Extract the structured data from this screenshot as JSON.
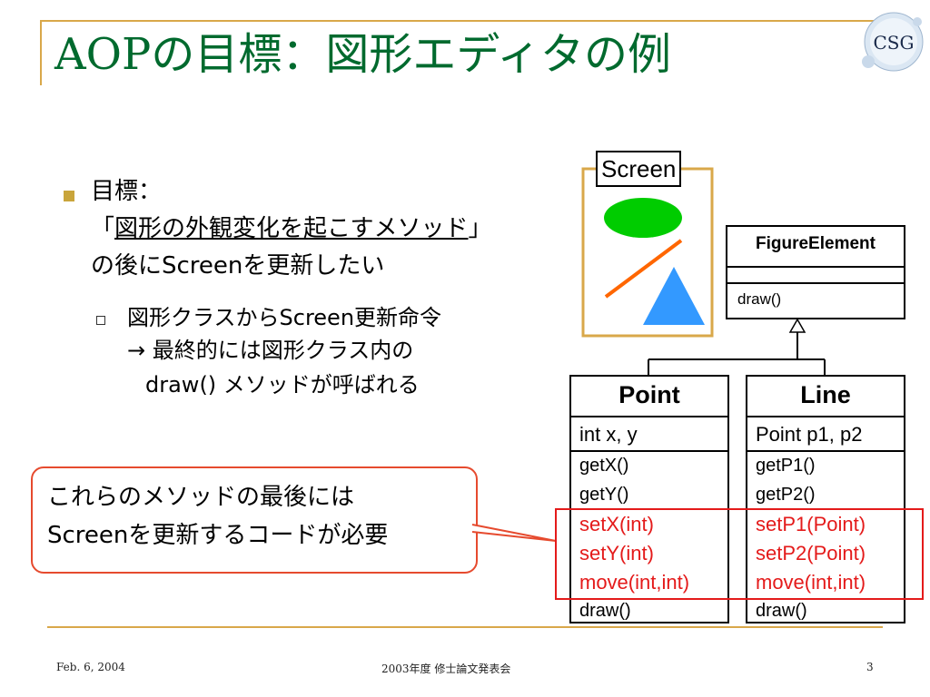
{
  "slide": {
    "title": "AOPの目標：図形エディタの例",
    "logo_text": "CSG"
  },
  "bullets": {
    "b1_line1": "目標：",
    "b1_line2_open": "「",
    "b1_line2_underlined": "図形の外観変化を起こすメソッド",
    "b1_line2_close": "」",
    "b1_line3": "の後にScreenを更新したい",
    "sub1_line1": "図形クラスからScreen更新命令",
    "sub1_line2": "→ 最終的には図形クラス内の",
    "sub1_line3": "draw() メソッドが呼ばれる"
  },
  "callout": {
    "line1": "これらのメソッドの最後には",
    "line2": "Screenを更新するコードが必要"
  },
  "screen_box": {
    "label": "Screen"
  },
  "uml": {
    "figure_element": {
      "name": "FigureElement",
      "method": "draw()"
    },
    "point": {
      "name": "Point",
      "fields": "int x, y",
      "methods": [
        "getX()",
        "getY()",
        "setX(int)",
        "setY(int)",
        "move(int,int)",
        "draw()"
      ]
    },
    "line": {
      "name": "Line",
      "fields": "Point p1, p2",
      "methods": [
        "getP1()",
        "getP2()",
        "setP1(Point)",
        "setP2(Point)",
        "move(int,int)",
        "draw()"
      ]
    }
  },
  "colors": {
    "title_green": "#006a2e",
    "accent_gold": "#d9a84a",
    "callout_red": "#e64a2e",
    "highlight_red": "#e41a1a",
    "ellipse_green": "#00cc00",
    "triangle_blue": "#3399ff",
    "line_orange": "#ff6600"
  },
  "footer": {
    "date": "Feb. 6, 2004",
    "event": "2003年度 修士論文発表会",
    "page": "3"
  }
}
